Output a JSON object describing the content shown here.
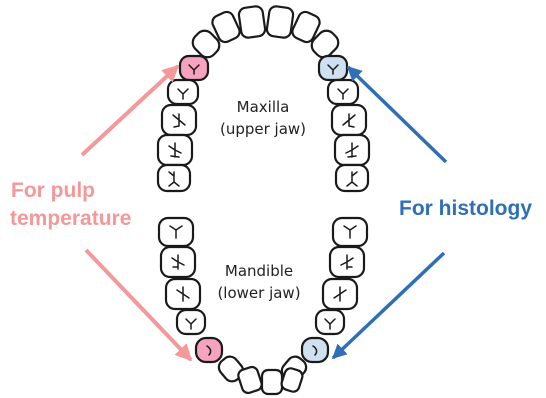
{
  "maxilla": {
    "line1": "Maxilla",
    "line2": "(upper jaw)"
  },
  "mandible": {
    "line1": "Mandible",
    "line2": "(lower jaw)"
  },
  "pulp_annotation": {
    "line1": "For pulp",
    "line2": "temperature",
    "color": "#f4989a"
  },
  "histology_annotation": {
    "text": "For histology",
    "color": "#2f6fb6"
  },
  "tooth_colors": {
    "default": "#ffffff",
    "pulp": "#f5a3be",
    "histology": "#cfe0f0"
  }
}
